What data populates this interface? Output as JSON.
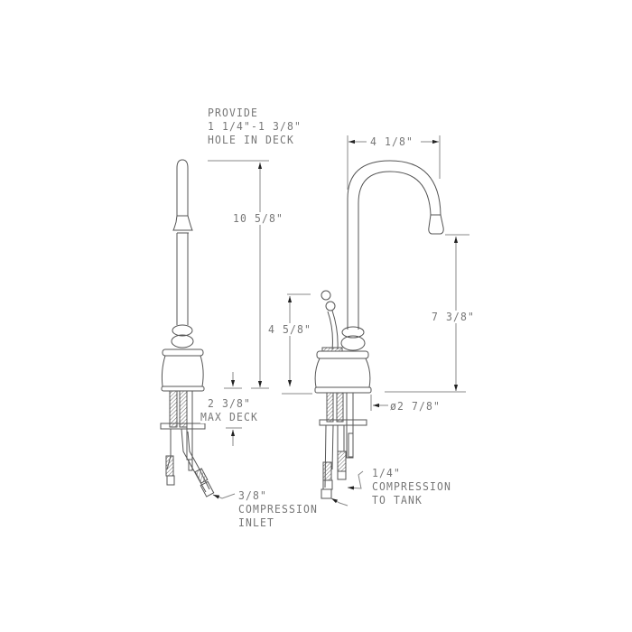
{
  "diagram": {
    "type": "faucet technical drawing",
    "views": [
      "side-view",
      "front-view"
    ],
    "colors": {
      "line": "#555555",
      "dimension": "#888888",
      "text": "#777777",
      "background": "#ffffff"
    }
  },
  "labels": {
    "provide_line1": "PROVIDE",
    "provide_line2": "1 1/4\"-1 3/8\"",
    "provide_line3": "HOLE IN DECK",
    "height_total": "10 5/8\"",
    "height_handle": "4 5/8\"",
    "max_deck_value": "2 3/8\"",
    "max_deck_label": "MAX DECK",
    "inlet_size": "3/8\"",
    "inlet_line2": "COMPRESSION",
    "inlet_line3": "INLET",
    "spout_reach": "4 1/8\"",
    "spout_height": "7 3/8\"",
    "base_diameter": "ø2 7/8\"",
    "tank_size": "1/4\"",
    "tank_line2": "COMPRESSION",
    "tank_line3": "TO TANK"
  }
}
